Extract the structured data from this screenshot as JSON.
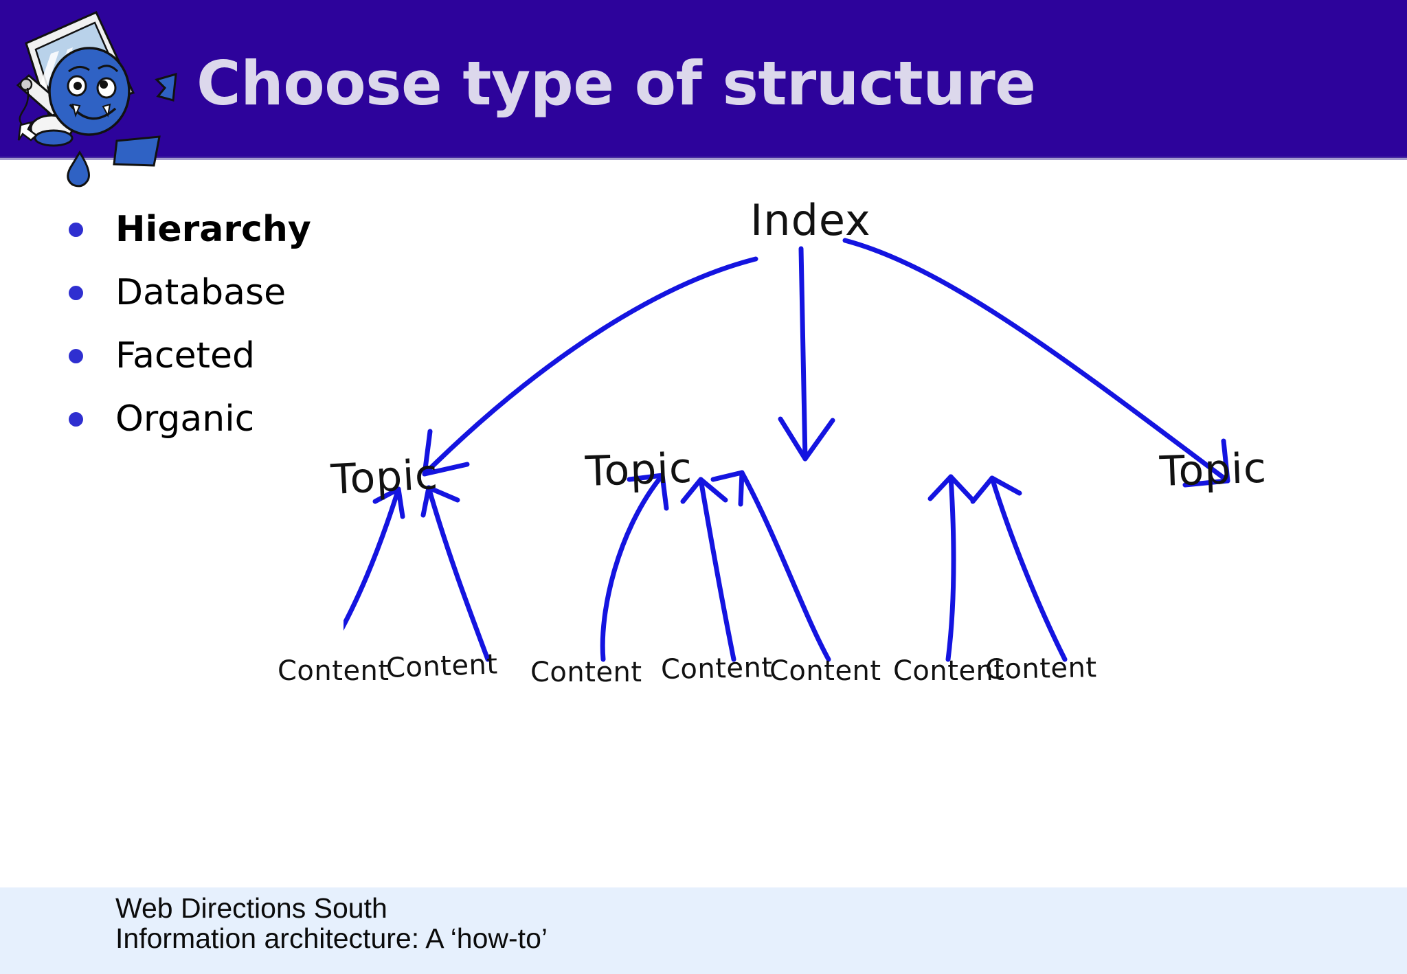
{
  "slide": {
    "title": "Choose type of structure",
    "title_color": "#dcd8ec",
    "header_color": "#2D039B",
    "footer_color": "#E6F0FD",
    "ink_color": "#1414e0"
  },
  "mascot": {
    "name": "computer-mascot",
    "description": "blue cartoon face with tilted computer monitor and mouse"
  },
  "bullets": [
    {
      "label": "Hierarchy",
      "emphasis": "bold"
    },
    {
      "label": "Database",
      "emphasis": "normal"
    },
    {
      "label": "Faceted",
      "emphasis": "normal"
    },
    {
      "label": "Organic",
      "emphasis": "normal"
    }
  ],
  "diagram": {
    "type": "hierarchy-tree",
    "root": {
      "label": "Index"
    },
    "topics": [
      {
        "label": "Topic"
      },
      {
        "label": "Topic"
      },
      {
        "label": "Topic"
      }
    ],
    "contents": [
      {
        "label": "Content"
      },
      {
        "label": "Content"
      },
      {
        "label": "Content"
      },
      {
        "label": "Content"
      },
      {
        "label": "Content"
      },
      {
        "label": "Content"
      },
      {
        "label": "Content"
      }
    ]
  },
  "footer": {
    "line1": "Web Directions South",
    "line2": "Information architecture: A ‘how-to’"
  }
}
